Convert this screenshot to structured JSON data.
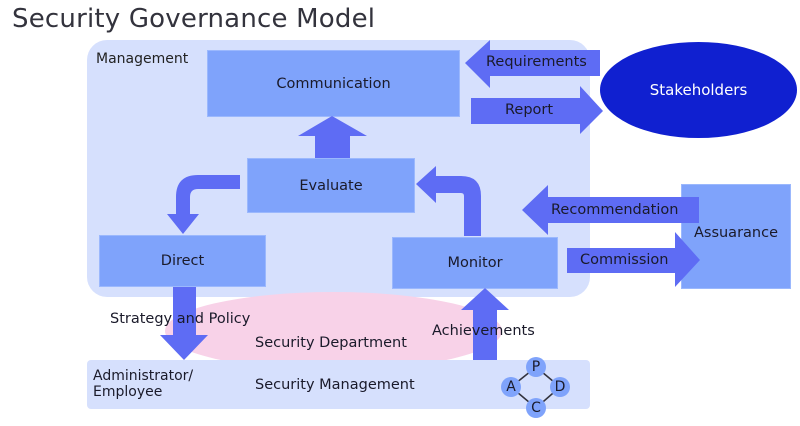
{
  "title": "Security Governance Model",
  "management": {
    "label": "Management",
    "communication": "Communication",
    "evaluate": "Evaluate",
    "direct": "Direct",
    "monitor": "Monitor"
  },
  "external": {
    "stakeholders": "Stakeholders",
    "assurance": "Assuarance"
  },
  "arrows": {
    "requirements": "Requirements",
    "report": "Report",
    "recommendation": "Recommendation",
    "commission": "Commission",
    "strategy_policy": "Strategy and Policy",
    "achievements": "Achievements"
  },
  "security_department": "Security Department",
  "bottom": {
    "role_line1": "Administrator/",
    "role_line2": "Employee",
    "security_management": "Security Management"
  },
  "pdca": [
    "P",
    "D",
    "C",
    "A"
  ],
  "colors": {
    "panel": "#d6e0fd",
    "box": "#7fa3fb",
    "arrow": "#5e6cf4",
    "stakeholders": "#1020d0",
    "pink": "#f8d2e8"
  }
}
